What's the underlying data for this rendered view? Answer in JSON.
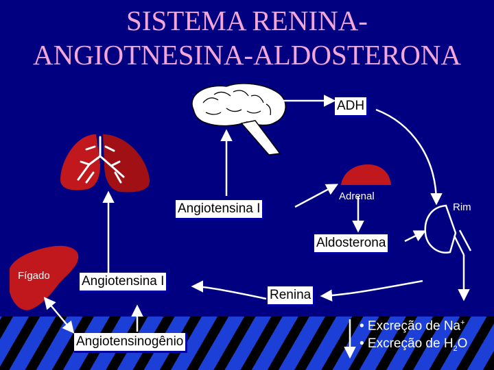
{
  "title": {
    "line1": "SISTEMA RENINA-",
    "line2": "ANGIOTNESINA-ALDOSTERONA"
  },
  "nodes": {
    "adh": "ADH",
    "adrenal": "Adrenal",
    "rim": "Rim",
    "angiotensina_upper": "Angiotensina  I",
    "aldosterona": "Aldosterona",
    "figado": "Fígado",
    "angiotensina_lower": "Angiotensina I",
    "renina": "Renina",
    "angiotensinogenio": "Angiotensinogênio"
  },
  "effects": [
    {
      "text": "• Excreção de Na",
      "sup": "+"
    },
    {
      "text": "• Excreção de H",
      "sub": "2",
      "tail": "O"
    }
  ],
  "colors": {
    "background": "#000080",
    "title": "#f4a6d7",
    "stripe": "#1c3fd8",
    "lung": "#c0181c",
    "liver": "#c0181c",
    "adrenal": "#c0181c"
  }
}
